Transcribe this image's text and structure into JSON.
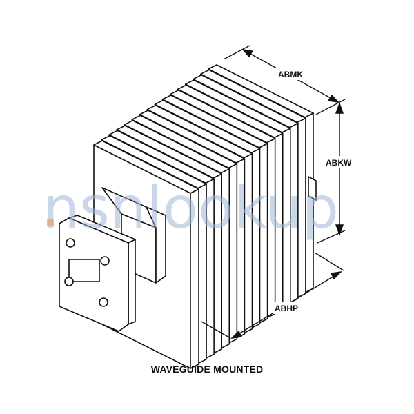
{
  "dimensions": {
    "top": "ABMK",
    "right": "ABKW",
    "bottom": "ABHP"
  },
  "caption": "WAVEGUIDE MOUNTED",
  "watermark": "nsnlookup",
  "colors": {
    "ink": "#111111",
    "watermark": "#9db8d6",
    "watermark_dot": "#f0a060"
  }
}
